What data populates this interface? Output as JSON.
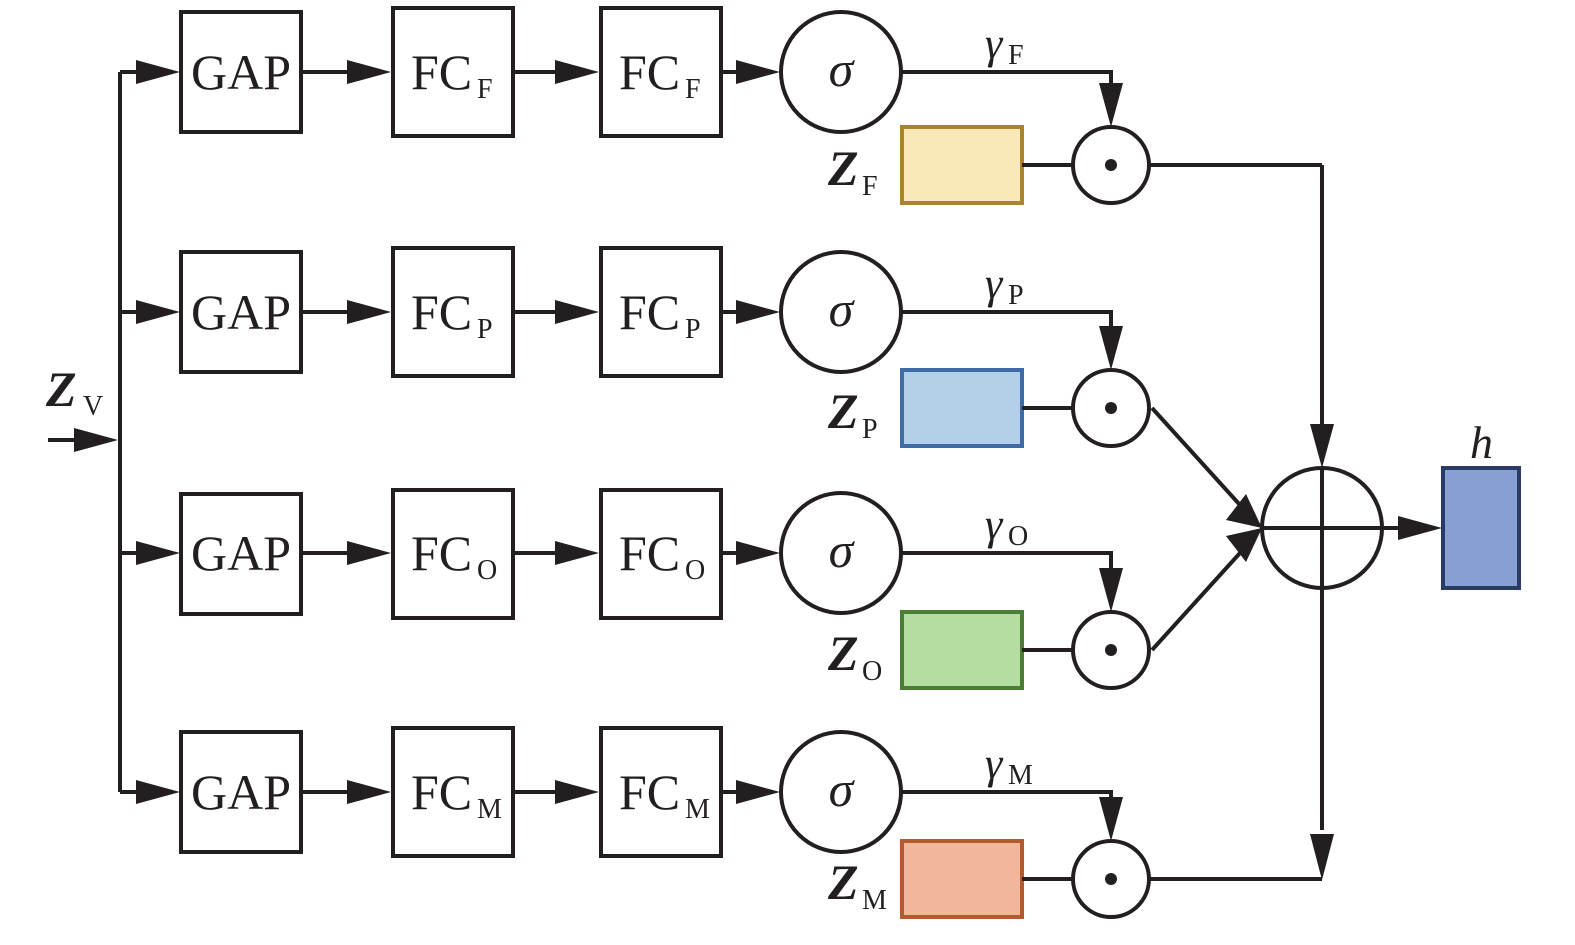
{
  "diagram": {
    "input": {
      "symbol": "Z",
      "subscript": "V"
    },
    "branches": [
      {
        "id": "F",
        "gap_label": "GAP",
        "fc_label": "FC",
        "fc_sub": "F",
        "sigma": "σ",
        "gamma": "γ",
        "gamma_sub": "F",
        "z_symbol": "Z",
        "z_sub": "F",
        "z_fill": "#fae9b8",
        "z_stroke": "#a9842b",
        "dot_op": "⊙"
      },
      {
        "id": "P",
        "gap_label": "GAP",
        "fc_label": "FC",
        "fc_sub": "P",
        "sigma": "σ",
        "gamma": "γ",
        "gamma_sub": "P",
        "z_symbol": "Z",
        "z_sub": "P",
        "z_fill": "#b3d0e8",
        "z_stroke": "#3e6ba8",
        "dot_op": "⊙"
      },
      {
        "id": "O",
        "gap_label": "GAP",
        "fc_label": "FC",
        "fc_sub": "O",
        "sigma": "σ",
        "gamma": "γ",
        "gamma_sub": "O",
        "z_symbol": "Z",
        "z_sub": "O",
        "z_fill": "#b5dda2",
        "z_stroke": "#4c7d36",
        "dot_op": "⊙"
      },
      {
        "id": "M",
        "gap_label": "GAP",
        "fc_label": "FC",
        "fc_sub": "M",
        "sigma": "σ",
        "gamma": "γ",
        "gamma_sub": "M",
        "z_symbol": "Z",
        "z_sub": "M",
        "z_fill": "#f1b79b",
        "z_stroke": "#b45a2f",
        "dot_op": "⊙"
      }
    ],
    "sum_op": "⊕",
    "output": {
      "symbol": "h",
      "fill": "#86a0d4",
      "stroke": "#2c3a66"
    }
  }
}
